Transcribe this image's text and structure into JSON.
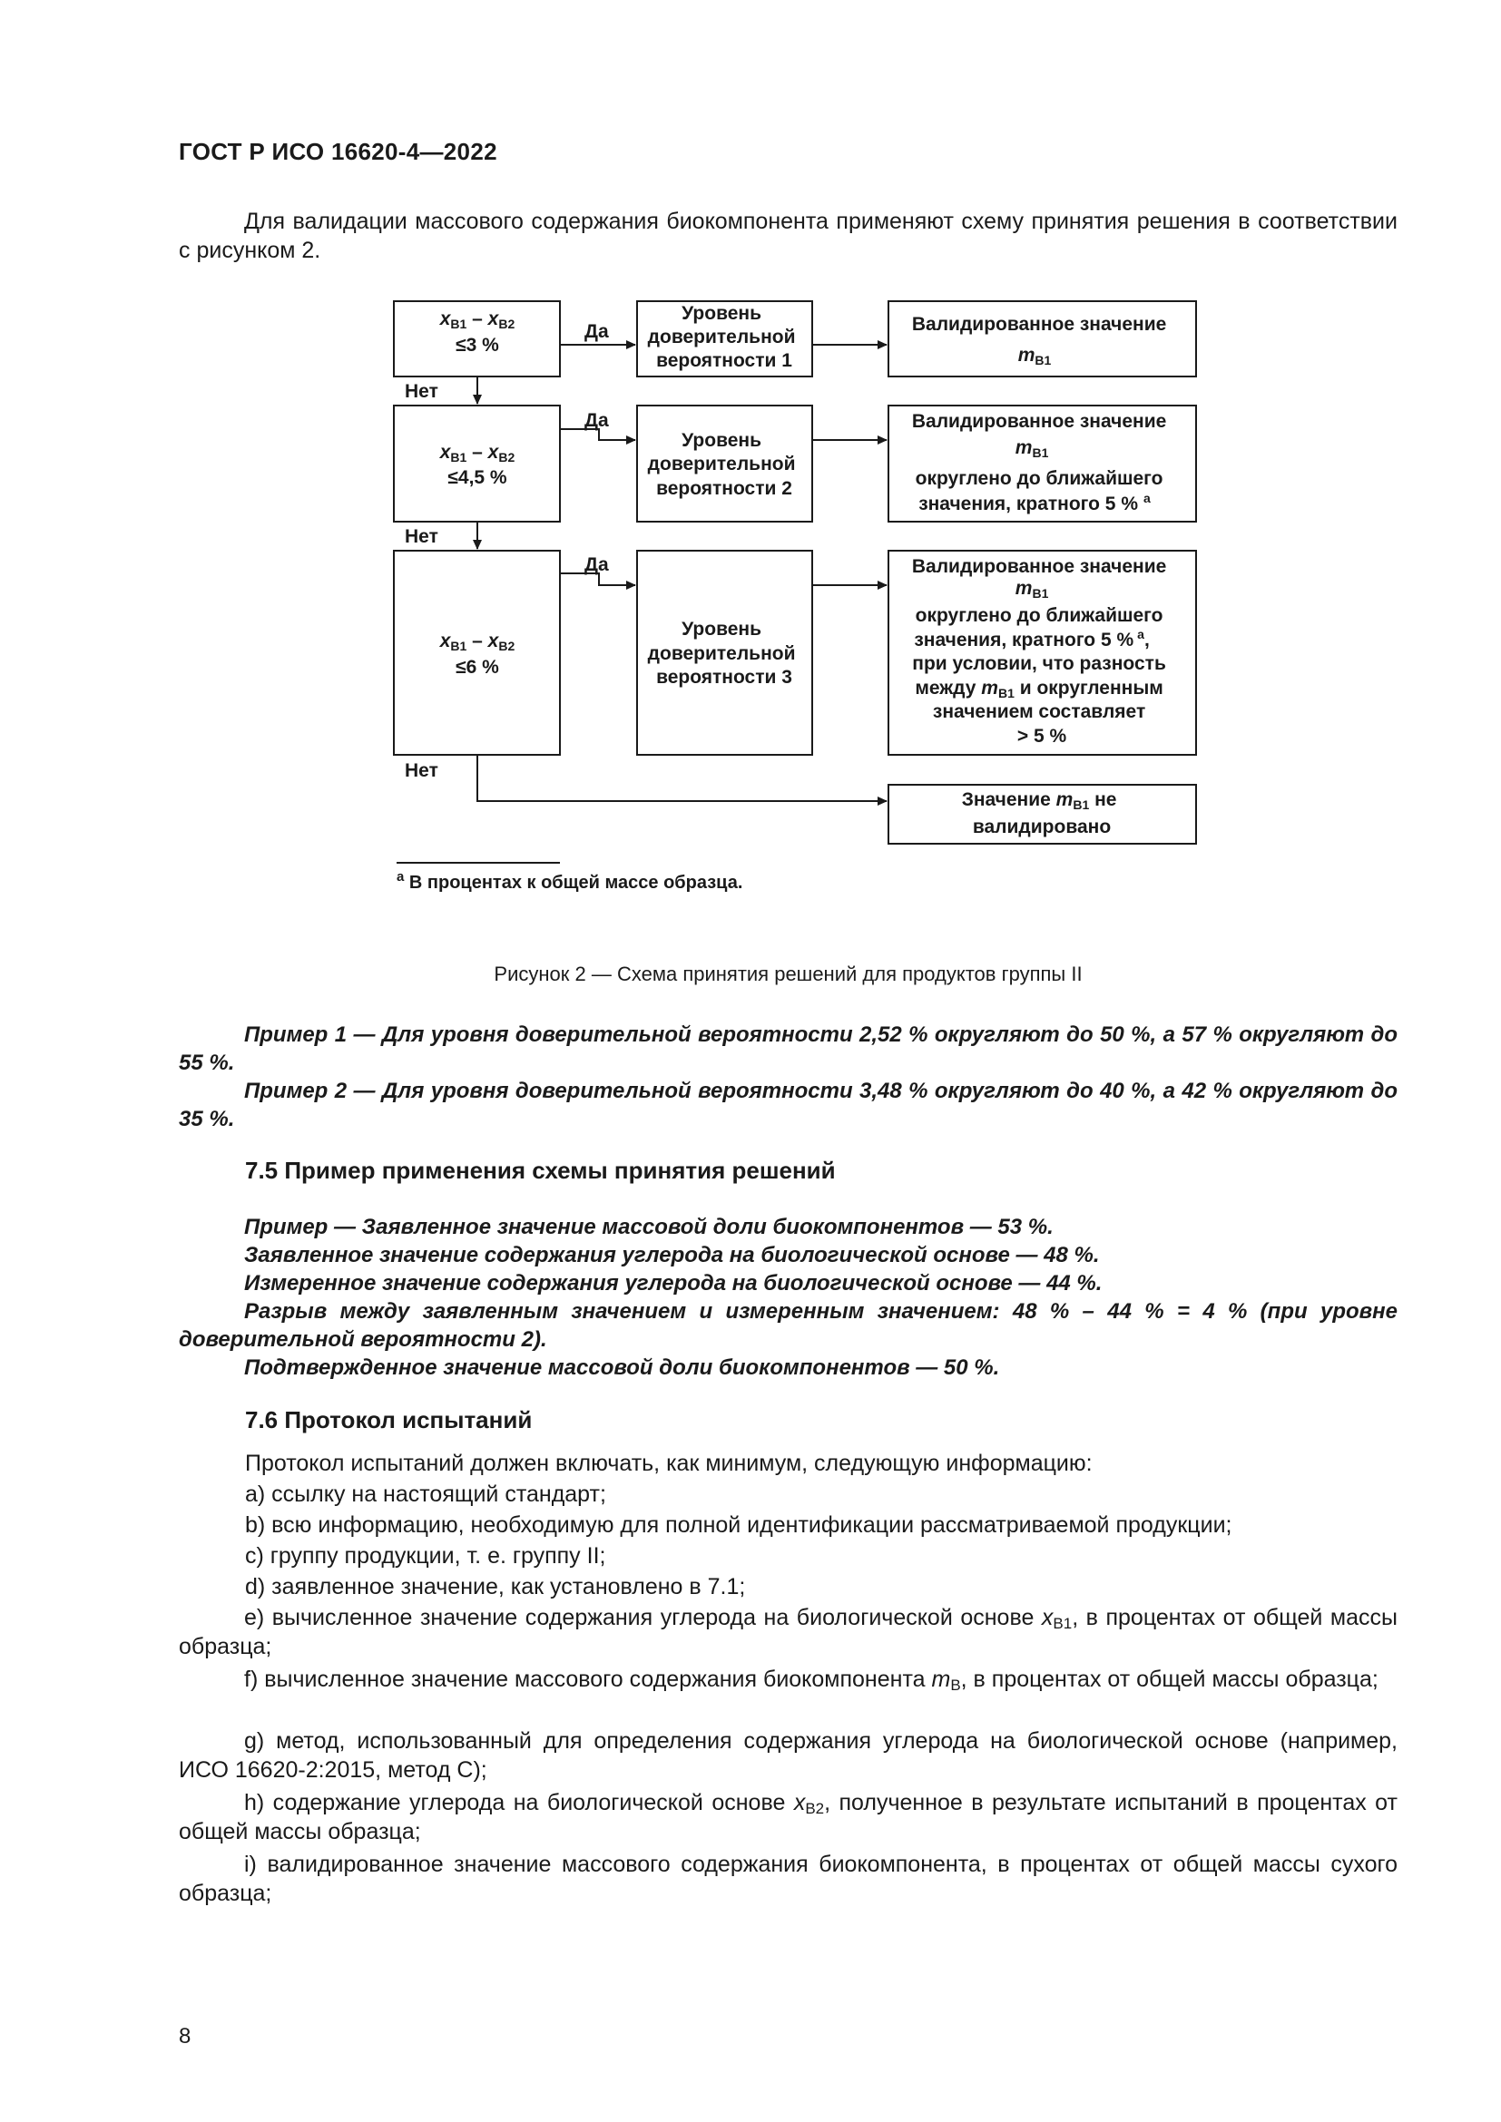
{
  "header": {
    "title": "ГОСТ Р ИСО 16620-4—2022"
  },
  "intro": "Для валидации массового содержания биокомпонента применяют схему принятия решения в соответствии с рисунком 2.",
  "flowchart": {
    "conditions": [
      "≤3 %",
      "≤4,5 %",
      "≤6 %"
    ],
    "condition_expr": {
      "x": "x",
      "sub1": "B1",
      "minus": " – ",
      "sub2": "B2"
    },
    "yes_label": "Да",
    "no_label": "Нет",
    "confidence": [
      [
        "Уровень",
        "доверительной",
        "вероятности 1"
      ],
      [
        "Уровень",
        "доверительной",
        "вероятности 2"
      ],
      [
        "Уровень",
        "доверительной",
        "вероятности 3"
      ]
    ],
    "result1": {
      "line1": "Валидированное значение",
      "m": "m",
      "sub": "B1"
    },
    "result2": {
      "line1": "Валидированное значение",
      "m": "m",
      "sub": "B1",
      "line3": "округлено до ближайшего",
      "line4": "значения, кратного 5 %",
      "sup": "а"
    },
    "result3": {
      "line1": "Валидированное значение",
      "m": "m",
      "sub": "B1",
      "line3": "округлено до ближайшего",
      "line4": "значения, кратного 5 %",
      "sup": "а",
      "comma": ",",
      "line5": "при условии, что разность",
      "line6a": "между ",
      "line6b": " и округленным",
      "line7": "значением составляет",
      "line8": "> 5 %"
    },
    "result4": {
      "line1a": "Значение ",
      "line1b": " не",
      "line2": "валидировано"
    }
  },
  "footnote": {
    "sup": "a",
    "text": " В процентах к общей массе образца."
  },
  "figure_caption": "Рисунок 2 — Схема принятия решений для продуктов группы II",
  "examples_a": [
    "Пример 1 — Для уровня доверительной вероятности 2,52 % округляют до 50 %, а 57 % округляют до 55 %.",
    "Пример 2 — Для уровня доверительной вероятности 3,48 % округляют до 40 %, а 42 % округляют до 35 %."
  ],
  "section_7_5": "7.5 Пример применения схемы принятия решений",
  "examples_b": [
    "Пример — Заявленное значение массовой доли биокомпонентов — 53 %.",
    "Заявленное значение содержания углерода на биологической основе — 48 %.",
    "Измеренное значение содержания углерода на биологической основе — 44 %.",
    "Разрыв между заявленным значением и измеренным значением: 48 % – 44 % = 4 % (при уровне доверительной вероятности 2).",
    "Подтвержденное значение массовой доли биокомпонентов —  50 %."
  ],
  "section_7_6": "7.6 Протокол испытаний",
  "protocol_intro": "Протокол испытаний должен включать, как минимум, следующую информацию:",
  "items": {
    "a": "a) ссылку на настоящий стандарт;",
    "b": "b) всю информацию, необходимую для полной идентификации рассматриваемой продукции;",
    "c": "c) группу продукции, т. е. группу II;",
    "d": "d) заявленное значение, как установлено в 7.1;",
    "e1": "e) вычисленное значение содержания углерода на биологической основе ",
    "e_var": "x",
    "e_sub": "B1",
    "e2": ", в процентах от общей массы образца;",
    "f1": "f) вычисленное значение массового содержания биокомпонента ",
    "f_var": "m",
    "f_sub": "B",
    "f2": ", в процентах от общей массы образца;",
    "g": "g) метод, использованный для определения содержания углерода на биологической основе (например, ИСО 16620-2:2015, метод С);",
    "h1": "h) содержание углерода на биологической основе ",
    "h_var": "x",
    "h_sub": "B2",
    "h2": ", полученное в результате испытаний в процентах от общей массы образца;",
    "i": "i) валидированное значение массового содержания биокомпонента, в процентах от общей массы сухого образца;"
  },
  "page_number": "8"
}
